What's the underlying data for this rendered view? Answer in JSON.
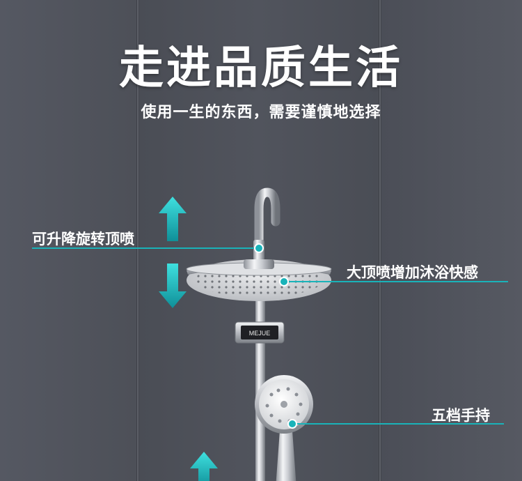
{
  "headline": "走进品质生活",
  "subheadline": "使用一生的东西，需要谨慎地选择",
  "callouts": {
    "lift_spray": "可升降旋转顶喷",
    "top_spray": "大顶喷增加沐浴快感",
    "handheld": "五档手持"
  },
  "brand_badge": "MEJUE",
  "colors": {
    "accent": "#19b3b9",
    "wall": "#4a4d56",
    "text": "#ffffff"
  },
  "icons": [
    "arrow-up-icon",
    "arrow-down-icon"
  ]
}
